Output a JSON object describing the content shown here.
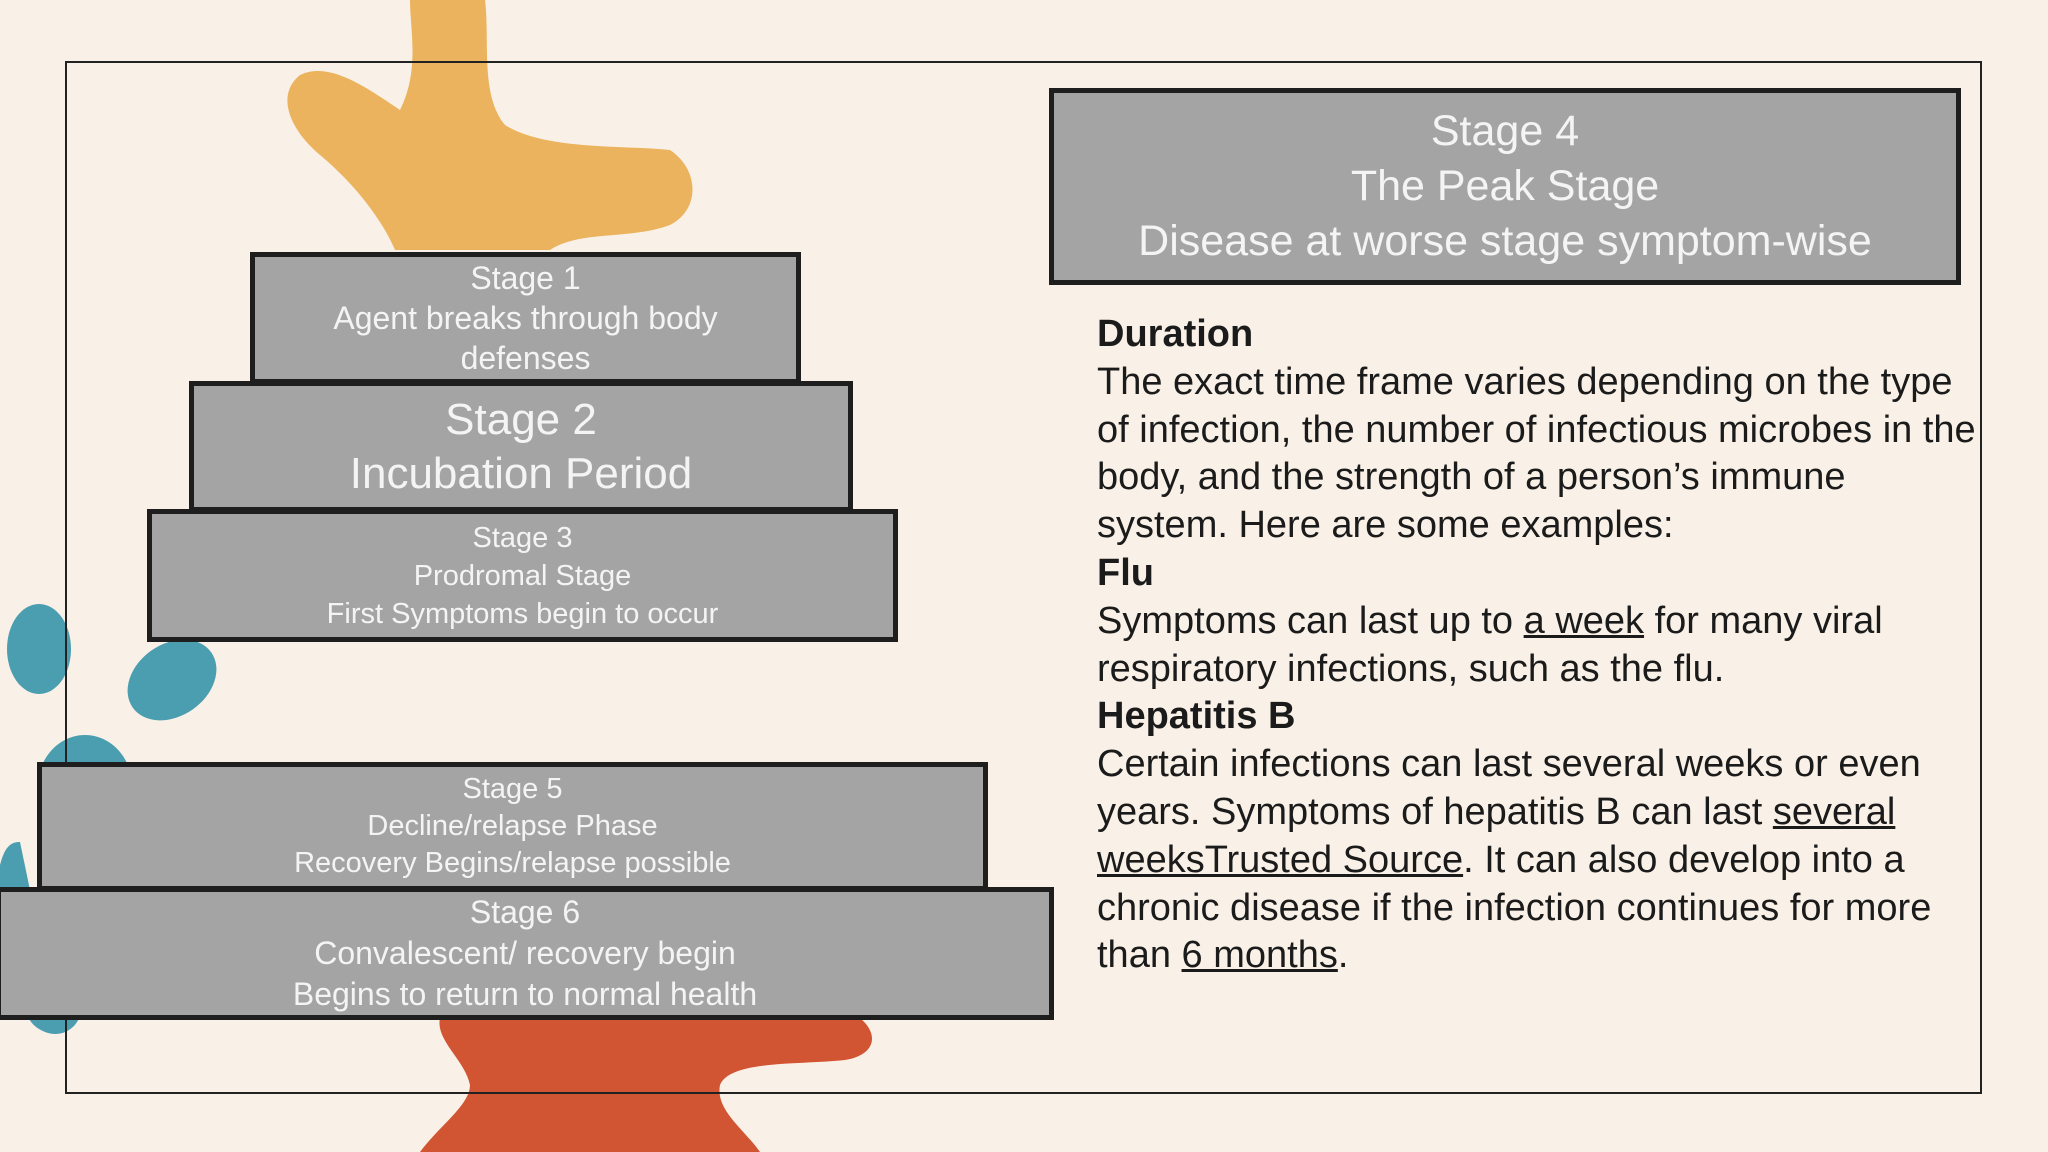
{
  "stages": [
    {
      "id": "s1",
      "lines": [
        "Stage 1",
        "Agent breaks through body",
        "defenses"
      ]
    },
    {
      "id": "s2",
      "lines": [
        "Stage 2",
        "Incubation Period"
      ]
    },
    {
      "id": "s3",
      "lines": [
        "Stage 3",
        "Prodromal Stage",
        "First Symptoms begin to occur"
      ]
    },
    {
      "id": "s4",
      "lines": [
        "Stage 4",
        "The Peak Stage",
        "Disease at worse stage symptom-wise"
      ]
    },
    {
      "id": "s5",
      "lines": [
        "Stage 5",
        "Decline/relapse Phase",
        "Recovery Begins/relapse possible"
      ]
    },
    {
      "id": "s6",
      "lines": [
        "Stage 6",
        "Convalescent/ recovery begin",
        "Begins to return to normal health"
      ]
    }
  ],
  "duration": {
    "heading": "Duration",
    "intro": "The exact time frame varies depending on the type of infection, the number of infectious microbes in the body, and the strength of a person’s immune system. Here are some examples:",
    "flu_heading": "Flu",
    "flu_before": "Symptoms can last up to ",
    "flu_link": "a week",
    "flu_after": " for many viral respiratory infections, such as the flu.",
    "hep_heading": "Hepatitis B",
    "hep_part1": "Certain infections can last several weeks or even years. Symptoms of hepatitis B can last ",
    "hep_link1": "several weeksTrusted Source",
    "hep_part2": ". It can also develop into a chronic disease if the infection continues for more than ",
    "hep_link2": "6 months",
    "hep_part3": "."
  },
  "colors": {
    "background": "#f9f1e7",
    "box_fill": "#a4a4a4",
    "blob_yellow": "#ebb35e",
    "blob_teal": "#4a9eb0",
    "blob_orange": "#d25533"
  }
}
